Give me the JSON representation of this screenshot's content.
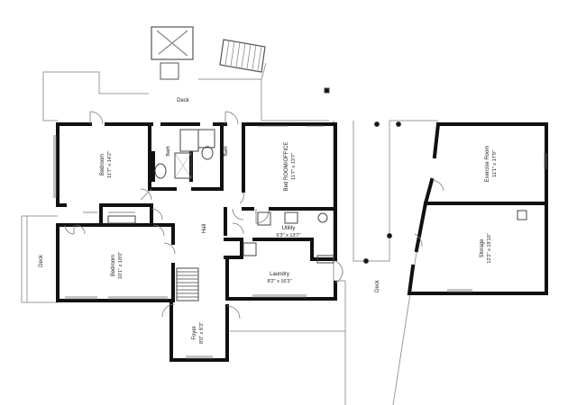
{
  "rooms": [
    {
      "key": "deck_top",
      "name": "Deck",
      "dims": ""
    },
    {
      "key": "bedroom_1",
      "name": "Bedroom",
      "dims": "11'7\" x 14'2\""
    },
    {
      "key": "bath_1",
      "name": "Bath",
      "dims": ""
    },
    {
      "key": "bath_2",
      "name": "Bath",
      "dims": ""
    },
    {
      "key": "bed_office",
      "name": "Bed ROOM/OFFICE",
      "dims": "11'7\" x 13'7\""
    },
    {
      "key": "exercise",
      "name": "Exercise Room",
      "dims": "11'1\" x 17'9\""
    },
    {
      "key": "hall",
      "name": "Hall",
      "dims": ""
    },
    {
      "key": "utility",
      "name": "Utility",
      "dims": "6'3\" x 13'7\""
    },
    {
      "key": "deck_left",
      "name": "Deck",
      "dims": ""
    },
    {
      "key": "bedroom_2",
      "name": "Bedroom",
      "dims": "10'1\" x 18'0\""
    },
    {
      "key": "laundry",
      "name": "Laundry",
      "dims": "8'2\" x 16'3\""
    },
    {
      "key": "storage",
      "name": "Storage",
      "dims": "12'2\" x 19'10\""
    },
    {
      "key": "deck_right",
      "name": "Deck",
      "dims": ""
    },
    {
      "key": "foyer",
      "name": "Foyer",
      "dims": "8'0\" x 8'3\""
    }
  ]
}
